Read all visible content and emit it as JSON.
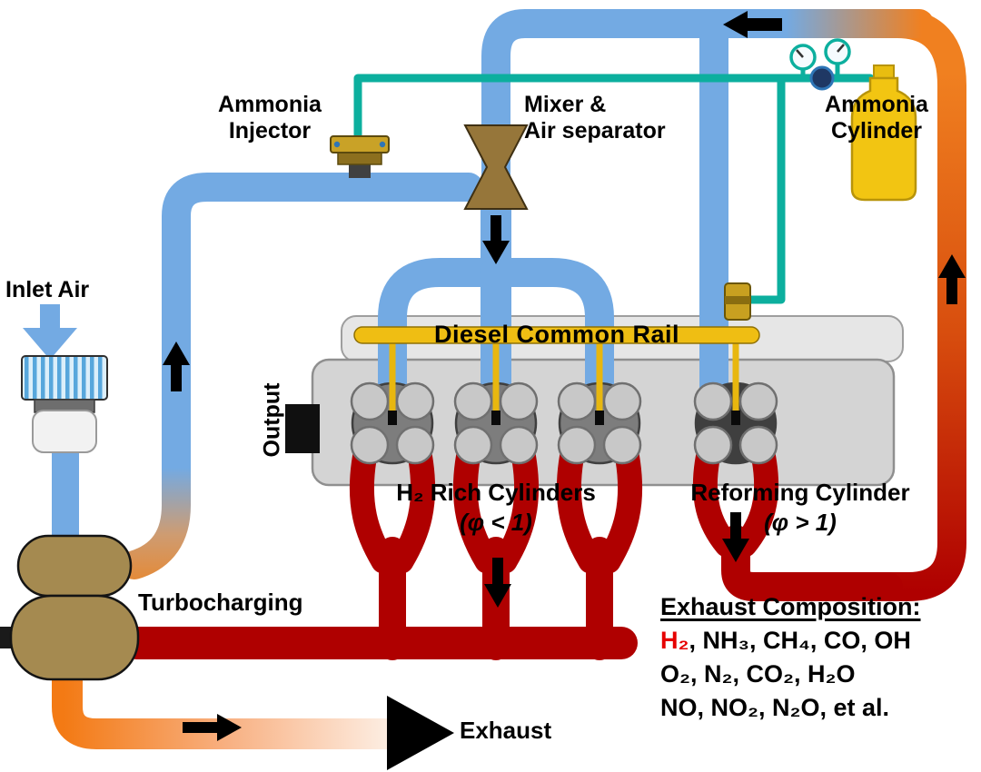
{
  "labels": {
    "inlet_air": "Inlet Air",
    "ammonia_injector_1": "Ammonia",
    "ammonia_injector_2": "Injector",
    "mixer_1": "Mixer &",
    "mixer_2": "Air separator",
    "ammonia_cylinder_1": "Ammonia",
    "ammonia_cylinder_2": "Cylinder",
    "diesel_common_rail": "Diesel Common Rail",
    "output": "Output",
    "h2_rich_1": "H₂ Rich Cylinders",
    "h2_rich_2": "(φ < 1)",
    "reforming_1": "Reforming Cylinder",
    "reforming_2": "(φ > 1)",
    "turbocharging": "Turbocharging",
    "exhaust": "Exhaust"
  },
  "exhaust_composition": {
    "title": "Exhaust Composition:",
    "line1_h2": "H₂",
    "line1_rest": ", NH₃, CH₄, CO, OH",
    "line2": "O₂, N₂, CO₂, H₂O",
    "line3": "NO, NO₂, N₂O, et al."
  },
  "icons": {
    "flow_arrow_up": "▲",
    "flow_arrow_down": "▼",
    "flow_arrow_left": "◀",
    "flow_arrow_right": "▶",
    "inlet_air_arrow": "▼"
  },
  "colors": {
    "air_pipe_blue": "#73AAE3",
    "ammonia_line_teal": "#0CAF9E",
    "exhaust_red": "#AF0000",
    "exhaust_hot_orange": "#F07818",
    "fuel_rail_yellow": "#EFBE13",
    "ammonia_cylinder_yellow": "#F2C512",
    "component_brown": "#A58A50",
    "engine_gray": "#D4D4D4",
    "h2_highlight_red": "#E60000"
  }
}
